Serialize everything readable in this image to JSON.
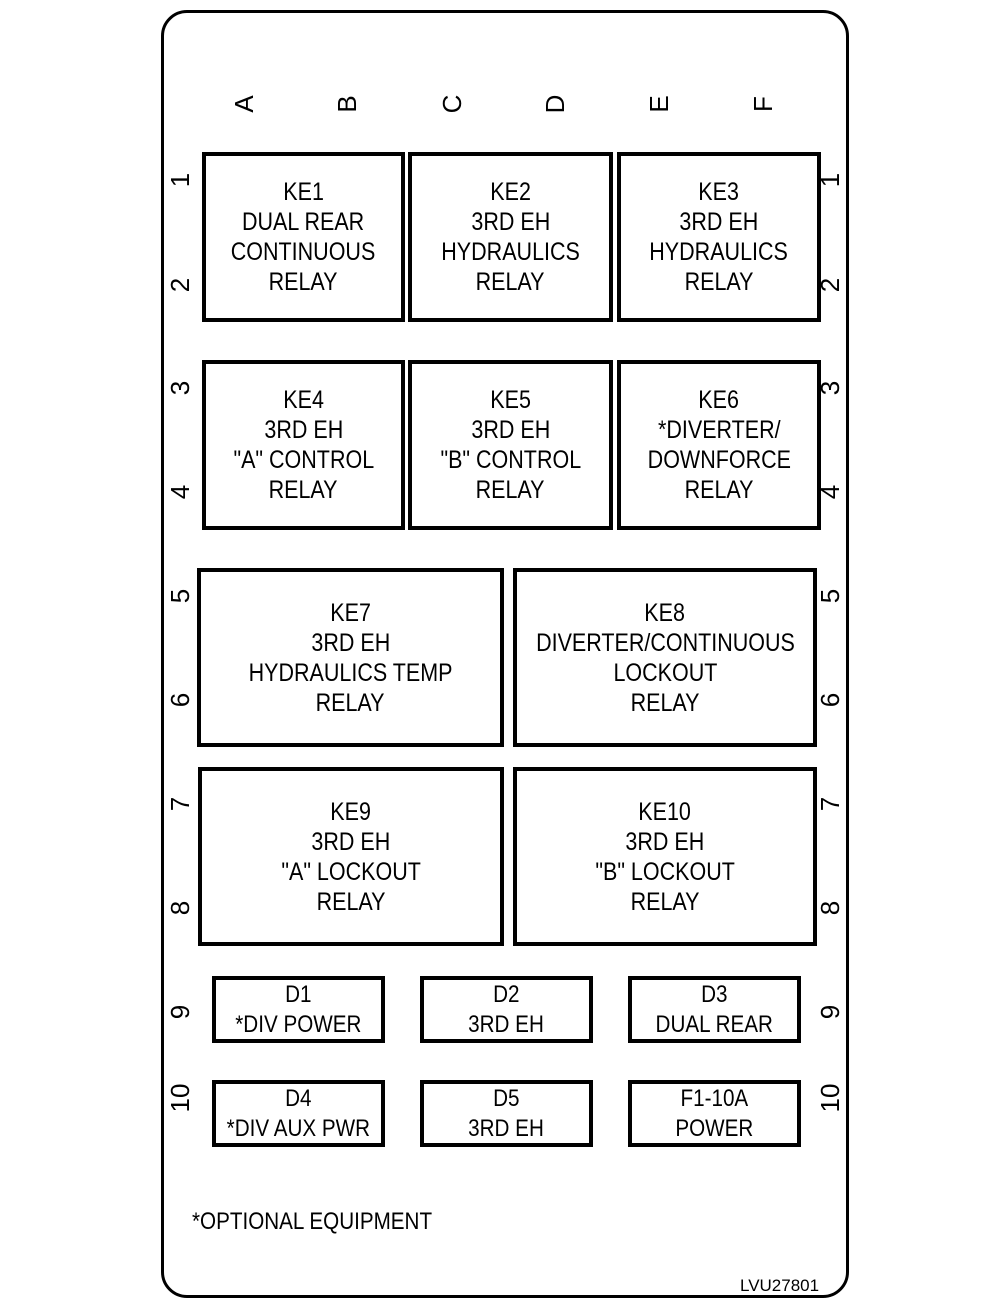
{
  "columns": [
    "A",
    "B",
    "C",
    "D",
    "E",
    "F"
  ],
  "rows_left": [
    "1",
    "2",
    "3",
    "4",
    "5",
    "6",
    "7",
    "8",
    "9",
    "10"
  ],
  "rows_right": [
    "1",
    "2",
    "3",
    "4",
    "5",
    "6",
    "7",
    "8",
    "9",
    "10"
  ],
  "relays": [
    {
      "lines": [
        "KE1",
        "DUAL REAR",
        "CONTINUOUS",
        "RELAY"
      ]
    },
    {
      "lines": [
        "KE2",
        "3RD EH",
        "HYDRAULICS",
        "RELAY"
      ]
    },
    {
      "lines": [
        "KE3",
        "3RD EH",
        "HYDRAULICS",
        "RELAY"
      ]
    },
    {
      "lines": [
        "KE4",
        "3RD EH",
        "\"A\" CONTROL",
        "RELAY"
      ]
    },
    {
      "lines": [
        "KE5",
        "3RD EH",
        "\"B\" CONTROL",
        "RELAY"
      ]
    },
    {
      "lines": [
        "KE6",
        "*DIVERTER/",
        "DOWNFORCE",
        "RELAY"
      ]
    },
    {
      "lines": [
        "KE7",
        "3RD EH",
        "HYDRAULICS TEMP",
        "RELAY"
      ]
    },
    {
      "lines": [
        "KE8",
        "DIVERTER/CONTINUOUS",
        "LOCKOUT",
        "RELAY"
      ]
    },
    {
      "lines": [
        "KE9",
        "3RD EH",
        "\"A\" LOCKOUT",
        "RELAY"
      ]
    },
    {
      "lines": [
        "KE10",
        "3RD EH",
        "\"B\" LOCKOUT",
        "RELAY"
      ]
    }
  ],
  "small_components": [
    {
      "lines": [
        "D1",
        "*DIV POWER"
      ]
    },
    {
      "lines": [
        "D2",
        "3RD EH"
      ]
    },
    {
      "lines": [
        "D3",
        "DUAL REAR"
      ]
    },
    {
      "lines": [
        "D4",
        "*DIV AUX PWR"
      ]
    },
    {
      "lines": [
        "D5",
        "3RD EH"
      ]
    },
    {
      "lines": [
        "F1-10A",
        "POWER"
      ]
    }
  ],
  "footnote": "*OPTIONAL EQUIPMENT",
  "reference_id": "LVU27801"
}
